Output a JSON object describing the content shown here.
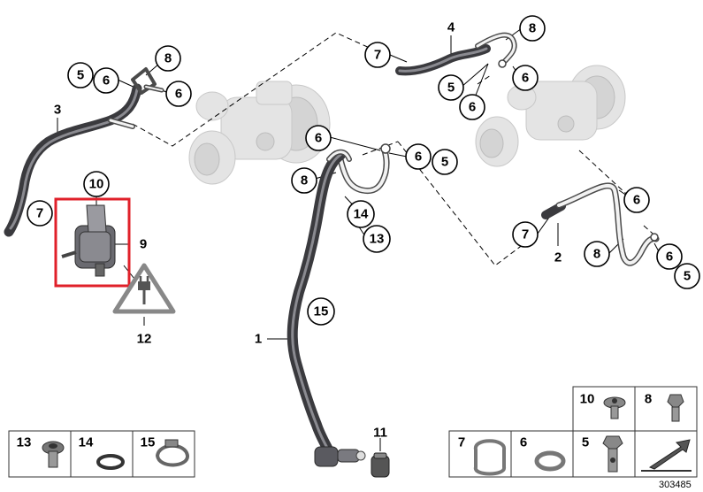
{
  "diagram": {
    "reference_number": "303485",
    "highlight_color": "#e0202a",
    "parts": [
      {
        "id": "p1",
        "label": "1",
        "style": "plain"
      },
      {
        "id": "p2",
        "label": "2",
        "style": "plain"
      },
      {
        "id": "p3",
        "label": "3",
        "style": "plain"
      },
      {
        "id": "p4",
        "label": "4",
        "style": "plain"
      },
      {
        "id": "p9",
        "label": "9",
        "style": "plain"
      },
      {
        "id": "p11",
        "label": "11",
        "style": "plain"
      },
      {
        "id": "p12",
        "label": "12",
        "style": "plain"
      },
      {
        "id": "p10",
        "label": "10",
        "style": "circle"
      }
    ],
    "callouts": [
      {
        "id": "c5a",
        "label": "5"
      },
      {
        "id": "c6a",
        "label": "6"
      },
      {
        "id": "c8a",
        "label": "8"
      },
      {
        "id": "c6b",
        "label": "6"
      },
      {
        "id": "c7a",
        "label": "7"
      },
      {
        "id": "c7b",
        "label": "7"
      },
      {
        "id": "c8b",
        "label": "8"
      },
      {
        "id": "c5b",
        "label": "5"
      },
      {
        "id": "c6c",
        "label": "6"
      },
      {
        "id": "c6d",
        "label": "6"
      },
      {
        "id": "c6e",
        "label": "6"
      },
      {
        "id": "c6f",
        "label": "6"
      },
      {
        "id": "c5c",
        "label": "5"
      },
      {
        "id": "c8c",
        "label": "8"
      },
      {
        "id": "c14",
        "label": "14"
      },
      {
        "id": "c13",
        "label": "13"
      },
      {
        "id": "c15",
        "label": "15"
      },
      {
        "id": "c6g",
        "label": "6"
      },
      {
        "id": "c7c",
        "label": "7"
      },
      {
        "id": "c8d",
        "label": "8"
      },
      {
        "id": "c6h",
        "label": "6"
      },
      {
        "id": "c5d",
        "label": "5"
      }
    ],
    "legend_left": [
      "13",
      "14",
      "15"
    ],
    "legend_right": [
      "10",
      "8",
      "7",
      "6",
      "5"
    ]
  }
}
